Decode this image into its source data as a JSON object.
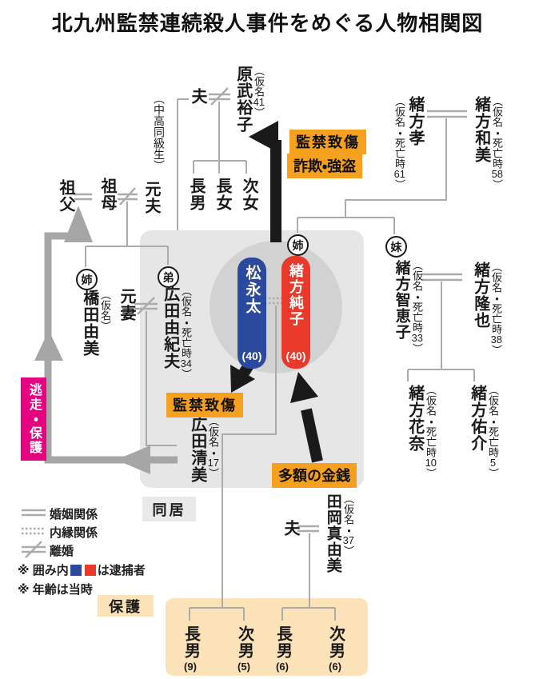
{
  "title": "北九州監禁連続殺人事件をめぐる人物相関図",
  "people": {
    "harataka_yuko": {
      "name": "原武裕子",
      "anno": "（仮名41）"
    },
    "yuko_husband": {
      "name": "夫"
    },
    "classmate_note": "（中高同級生）",
    "yuko_son": {
      "name": "長男"
    },
    "yuko_daughter1": {
      "name": "長女"
    },
    "yuko_daughter2": {
      "name": "次女"
    },
    "ogata_takashi": {
      "name": "緒方孝",
      "anno": "（仮名・死亡時61）"
    },
    "ogata_kazumi": {
      "name": "緒方和美",
      "anno": "（仮名・死亡時58）"
    },
    "grandfather": {
      "name": "祖父"
    },
    "grandmother": {
      "name": "祖母"
    },
    "ex_husband": {
      "name": "元夫"
    },
    "hashida_yumi": {
      "name": "橋田由美",
      "anno": "（仮名）"
    },
    "ex_wife": {
      "name": "元妻"
    },
    "hirota_yukio": {
      "name": "広田由紀夫",
      "anno": "（仮名・死亡時34）"
    },
    "matsunaga_futoshi": {
      "name": "松永太",
      "age": "(40)"
    },
    "ogata_junko": {
      "name": "緒方純子",
      "age": "(40)"
    },
    "ogata_chieko": {
      "name": "緒方智恵子",
      "anno": "（仮名・死亡時33）"
    },
    "ogata_takaya": {
      "name": "緒方隆也",
      "anno": "（仮名・死亡時38）"
    },
    "ogata_kana": {
      "name": "緒方花奈",
      "anno": "（仮名・死亡時10）"
    },
    "ogata_yusuke": {
      "name": "緒方佑介",
      "anno": "（仮名・死亡時5）"
    },
    "hirota_kiyomi": {
      "name": "広田清美",
      "anno": "（仮名・17）"
    },
    "taoka_mayumi": {
      "name": "田岡真由美",
      "anno": "（仮名・37）"
    },
    "taoka_husband": {
      "name": "夫"
    },
    "child1": {
      "name": "長男",
      "age": "(9)"
    },
    "child2": {
      "name": "次男",
      "age": "(5)"
    },
    "child3": {
      "name": "長男",
      "age": "(6)"
    },
    "child4": {
      "name": "次男",
      "age": "(6)"
    }
  },
  "badges": {
    "elder_sister_hashida": "姉",
    "younger_brother_hirota": "弟",
    "elder_sister_junko": "姉",
    "younger_sister_chieko": "妹"
  },
  "labels": {
    "kankin_top": "監禁致傷",
    "sagi_goto": "詐欺・強盗",
    "kankin_mid": "監禁致傷",
    "kinsen": "多額の金銭",
    "tousou_hogo": "逃走・保護",
    "doukyo": "同居",
    "hogo": "保護"
  },
  "legend": {
    "marriage": "婚姻関係",
    "common_law": "内縁関係",
    "divorce": "離婚",
    "note1_pre": "※ 囲み内",
    "note1_post": "は逮捕者",
    "note2": "※ 年齢は当時"
  },
  "colors": {
    "orange": "#F5A01E",
    "pink": "#E4047F",
    "blue": "#2B4A9E",
    "red": "#E8392B",
    "box_gray": "#E6E6E6",
    "circle_gray": "#D2D2D2",
    "peach": "#FBE2B8",
    "line_gray": "#ABABAB",
    "arrow_gray": "#A6A6A6",
    "black": "#1A1A1A"
  }
}
